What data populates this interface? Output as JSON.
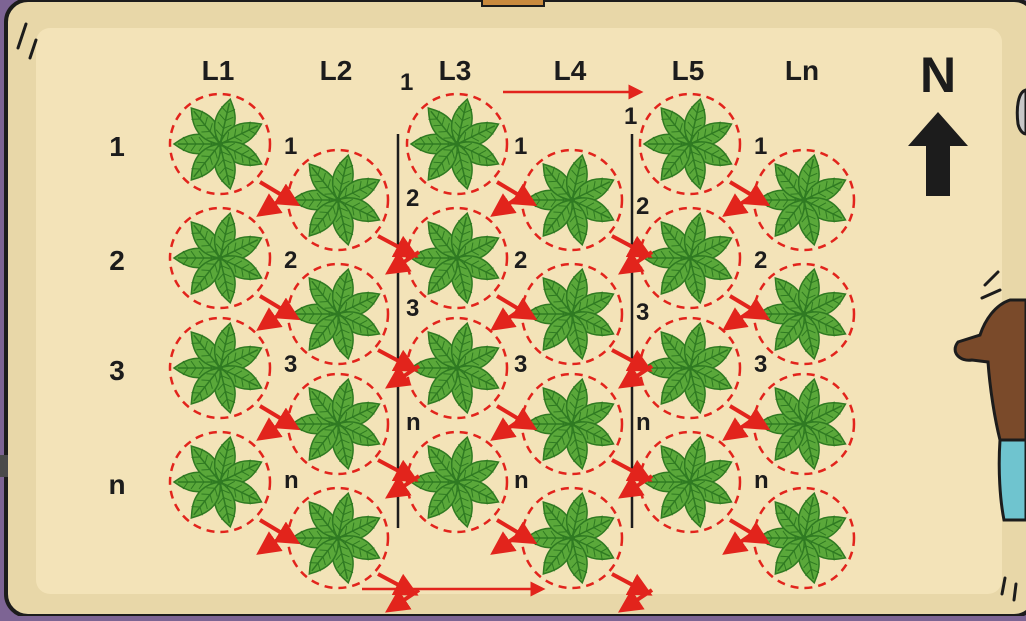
{
  "columns": [
    "L1",
    "L2",
    "L3",
    "L4",
    "L5",
    "Ln"
  ],
  "rows": [
    "1",
    "2",
    "3",
    "n"
  ],
  "compass_label": "N",
  "path_labels": [
    "1",
    "2",
    "3",
    "n"
  ],
  "colors": {
    "board_frame": "#e8d7a8",
    "board_inner": "#f3e3b8",
    "outline": "#1c1c1c",
    "arrow": "#e2241c",
    "circle": "#e2241c",
    "leaf": "#5aa83a",
    "leaf_dark": "#2f7a22",
    "background": "#7d6494"
  },
  "icons": [
    "plant-icon",
    "north-arrow-icon",
    "hand-icon",
    "pencil-icon"
  ]
}
